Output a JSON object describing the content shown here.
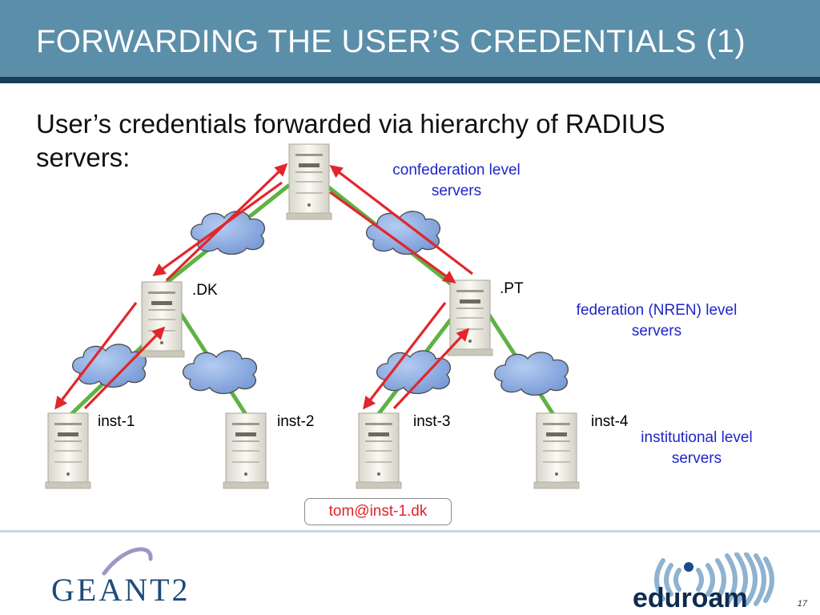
{
  "slide": {
    "title": "FORWARDING THE USER’S CREDENTIALS (1)",
    "body": "User’s credentials forwarded via hierarchy of RADIUS servers:",
    "page_number": "17"
  },
  "servers": {
    "pt": ".PT",
    "dk": ".DK",
    "inst1": "inst-1",
    "inst2": "inst-2",
    "inst3": "inst-3",
    "inst4": "inst-4"
  },
  "levels": {
    "confederation": [
      "confederation level",
      "servers"
    ],
    "federation": [
      "federation (NREN) level",
      "servers"
    ],
    "institutional": [
      "institutional level",
      "servers"
    ]
  },
  "user": "tom@inst-1.dk",
  "logos": {
    "geant_text": "GEANT2",
    "eduroam_text": "eduroam"
  },
  "colors": {
    "title_bar": "#5b8ea9",
    "link": "#5fb243",
    "arrow": "#e2262c",
    "level_label": "#1f26c8"
  }
}
